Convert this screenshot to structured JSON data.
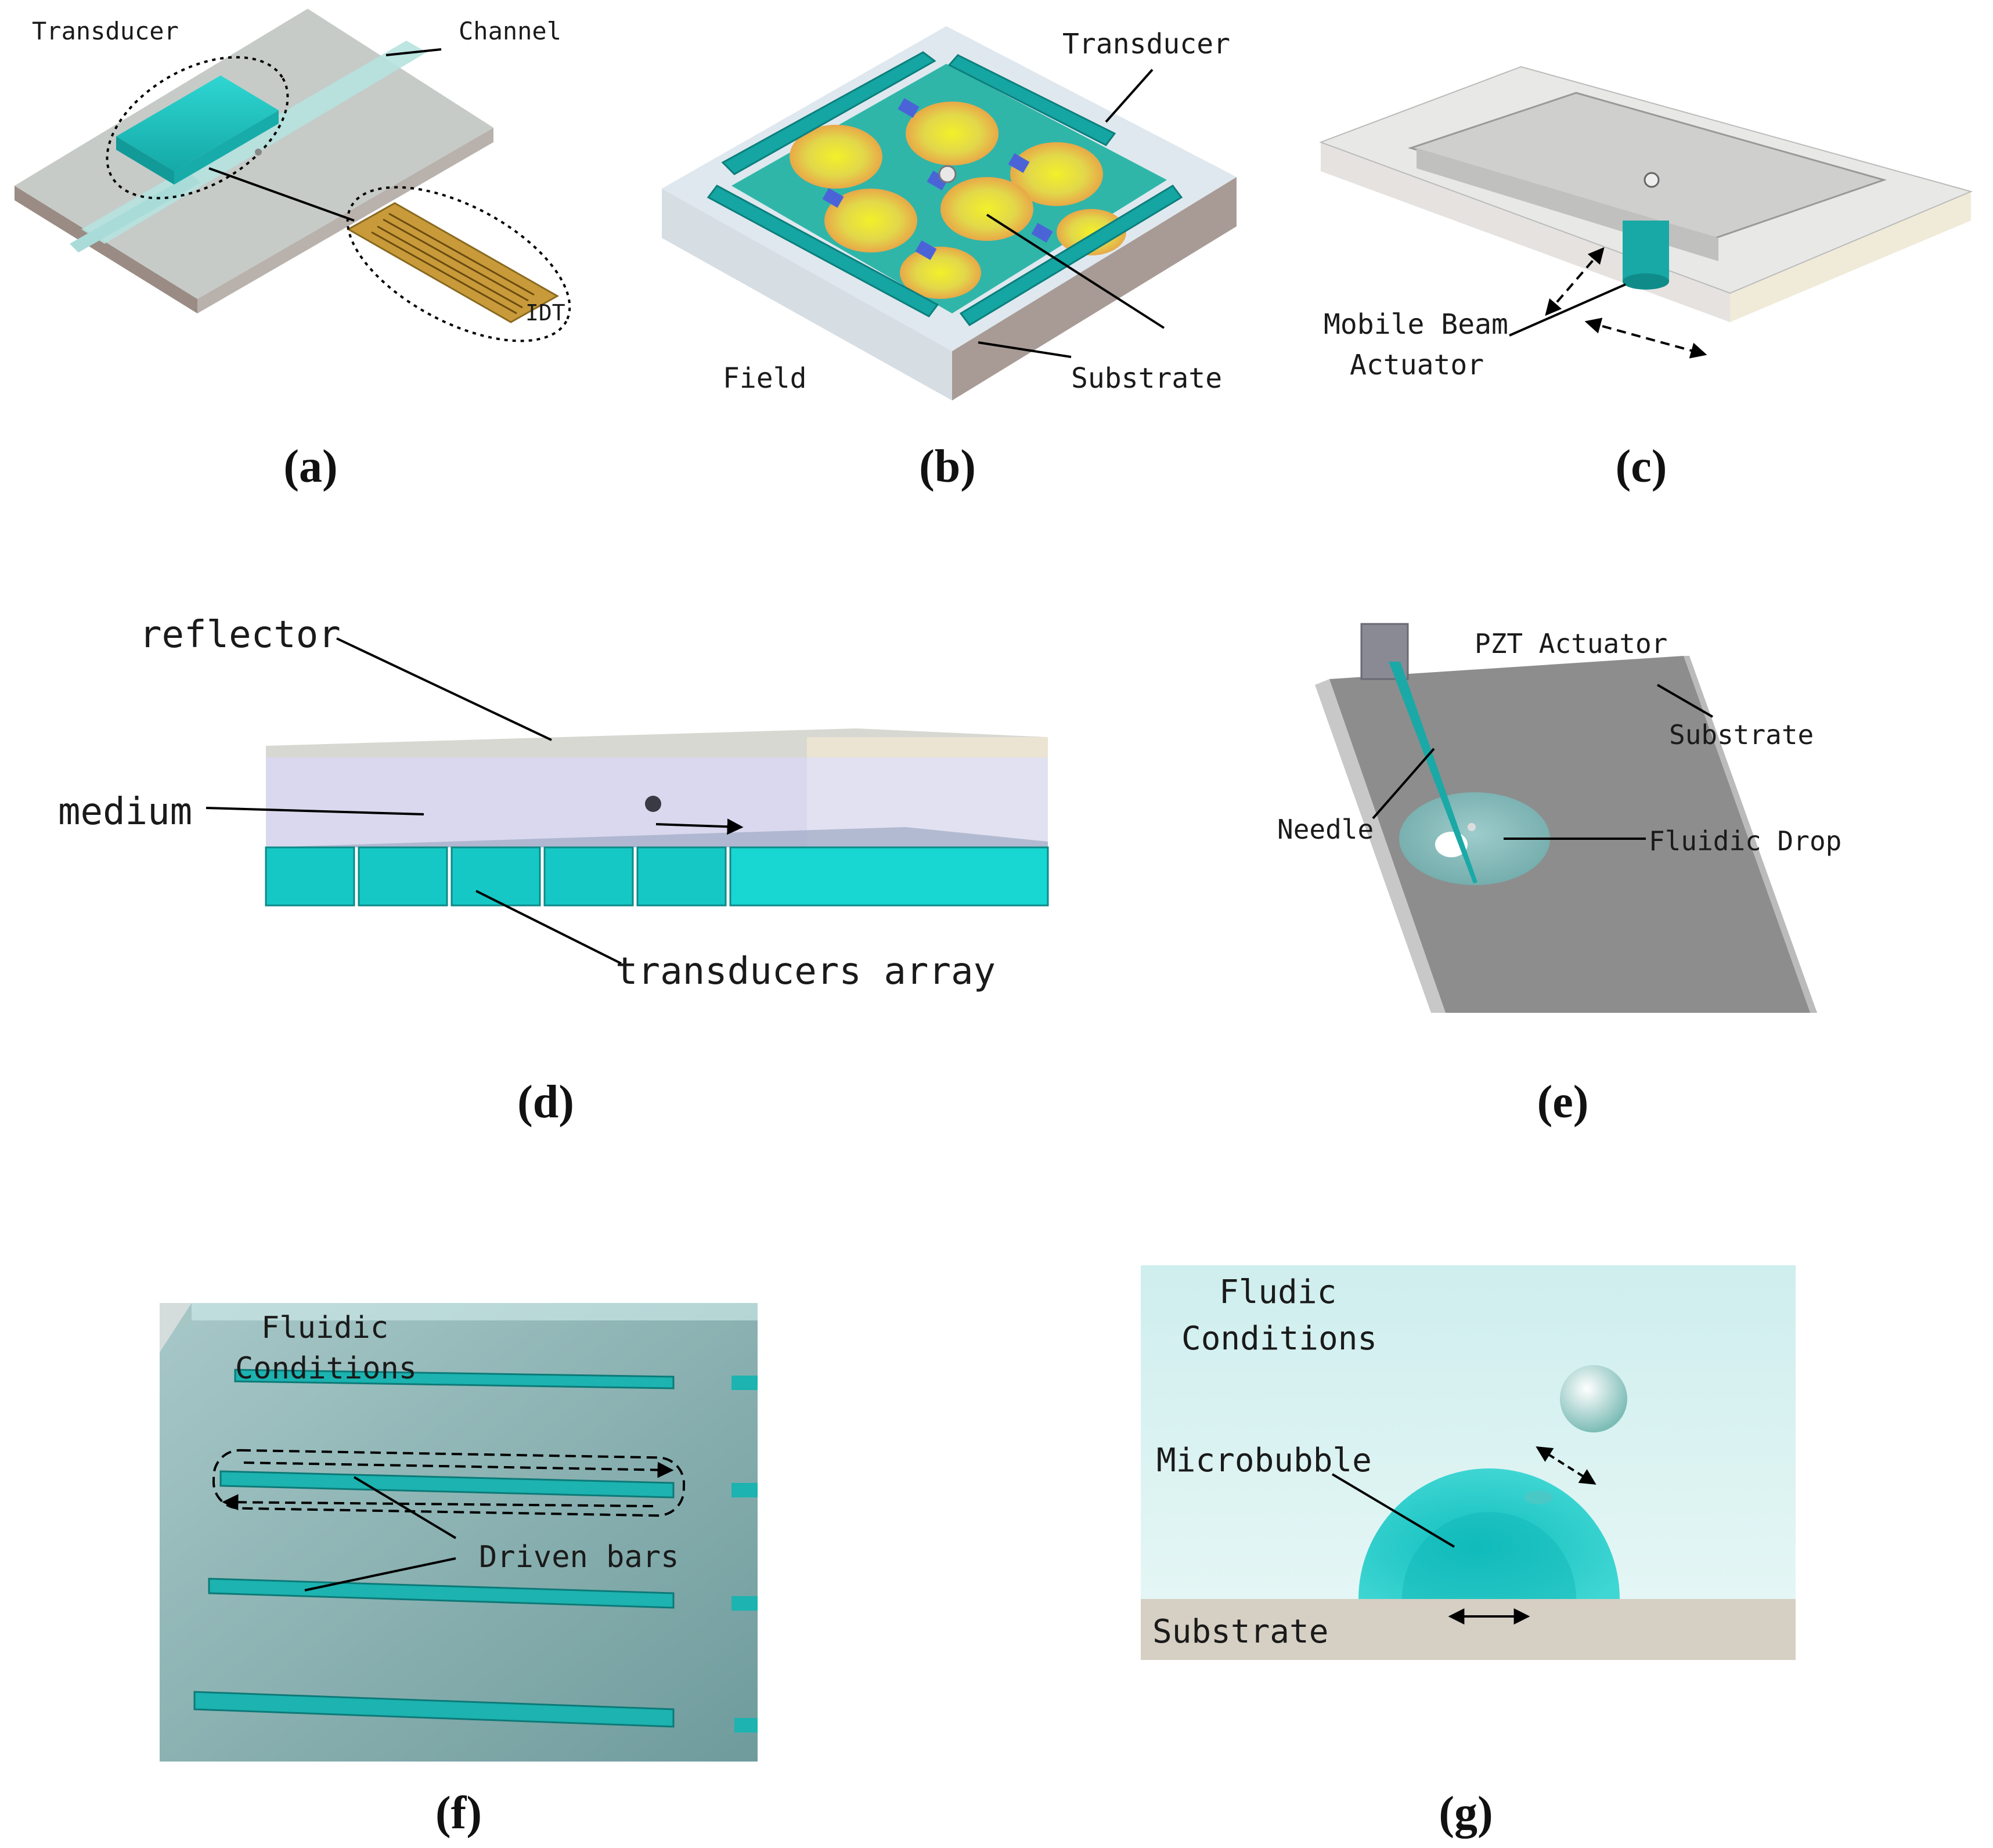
{
  "panels": {
    "a": {
      "caption": "(a)",
      "labels": {
        "transducer": "Transducer",
        "channel": "Channel",
        "idt": "IDT"
      }
    },
    "b": {
      "caption": "(b)",
      "labels": {
        "transducer": "Transducer",
        "field": "Field",
        "substrate": "Substrate"
      }
    },
    "c": {
      "caption": "(c)",
      "labels": {
        "mobile_beam": "Mobile Beam",
        "actuator": "Actuator"
      }
    },
    "d": {
      "caption": "(d)",
      "labels": {
        "reflector": "reflector",
        "medium": "medium",
        "transducers_array": "transducers array"
      }
    },
    "e": {
      "caption": "(e)",
      "labels": {
        "pzt_actuator": "PZT Actuator",
        "substrate": "Substrate",
        "needle": "Needle",
        "fluidic_drop": "Fluidic Drop"
      }
    },
    "f": {
      "caption": "(f)",
      "labels": {
        "fluidic": "Fluidic",
        "conditions": "Conditions",
        "driven_bars": "Driven bars"
      }
    },
    "g": {
      "caption": "(g)",
      "labels": {
        "fludic": "Fludic",
        "conditions": "Conditions",
        "microbubble": "Microbubble",
        "substrate": "Substrate"
      }
    }
  },
  "colors": {
    "teal": "#1fb7b5",
    "teal_dark": "#129896",
    "gray_plate": "#c9ccca",
    "gold": "#c99a3a",
    "field_yellow": "#e6e83a",
    "field_blue": "#3aa0d8"
  }
}
